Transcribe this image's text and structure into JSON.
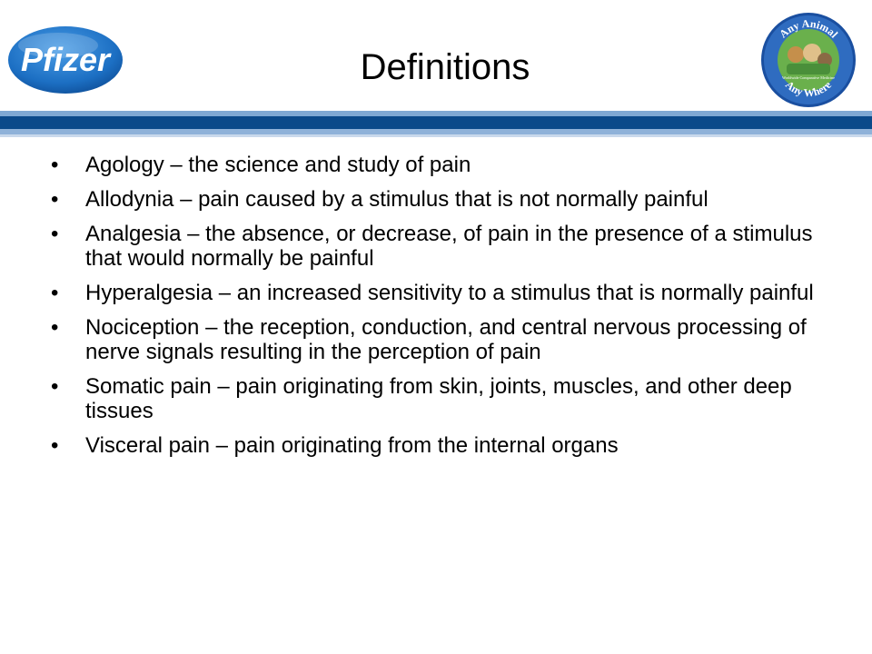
{
  "slide": {
    "title": "Definitions",
    "logos": {
      "left": {
        "text": "Pfizer",
        "color": "#1c6fc3"
      },
      "right": {
        "top_text": "Any Animal",
        "middle_text": "Worldwide Comparative Medicine",
        "bottom_text": "Any Where",
        "ring_color": "#1a4fa0",
        "inner_color": "#6ab04c"
      }
    },
    "bullet_symbol": "•",
    "bullets": [
      "Agology – the science and study of pain",
      "Allodynia – pain caused by a stimulus that is not normally painful",
      "Analgesia – the absence, or decrease, of pain in the presence of a stimulus that would normally be painful",
      "Hyperalgesia – an increased sensitivity to a stimulus that is normally painful",
      "Nociception – the reception, conduction, and central nervous processing of nerve signals resulting in the perception of pain",
      "Somatic pain – pain originating from skin, joints, muscles, and other deep tissues",
      "Visceral pain – pain originating from the internal organs"
    ],
    "colors": {
      "rule_main": "#0b4a8a",
      "rule_light": "#7fa8d3"
    }
  }
}
